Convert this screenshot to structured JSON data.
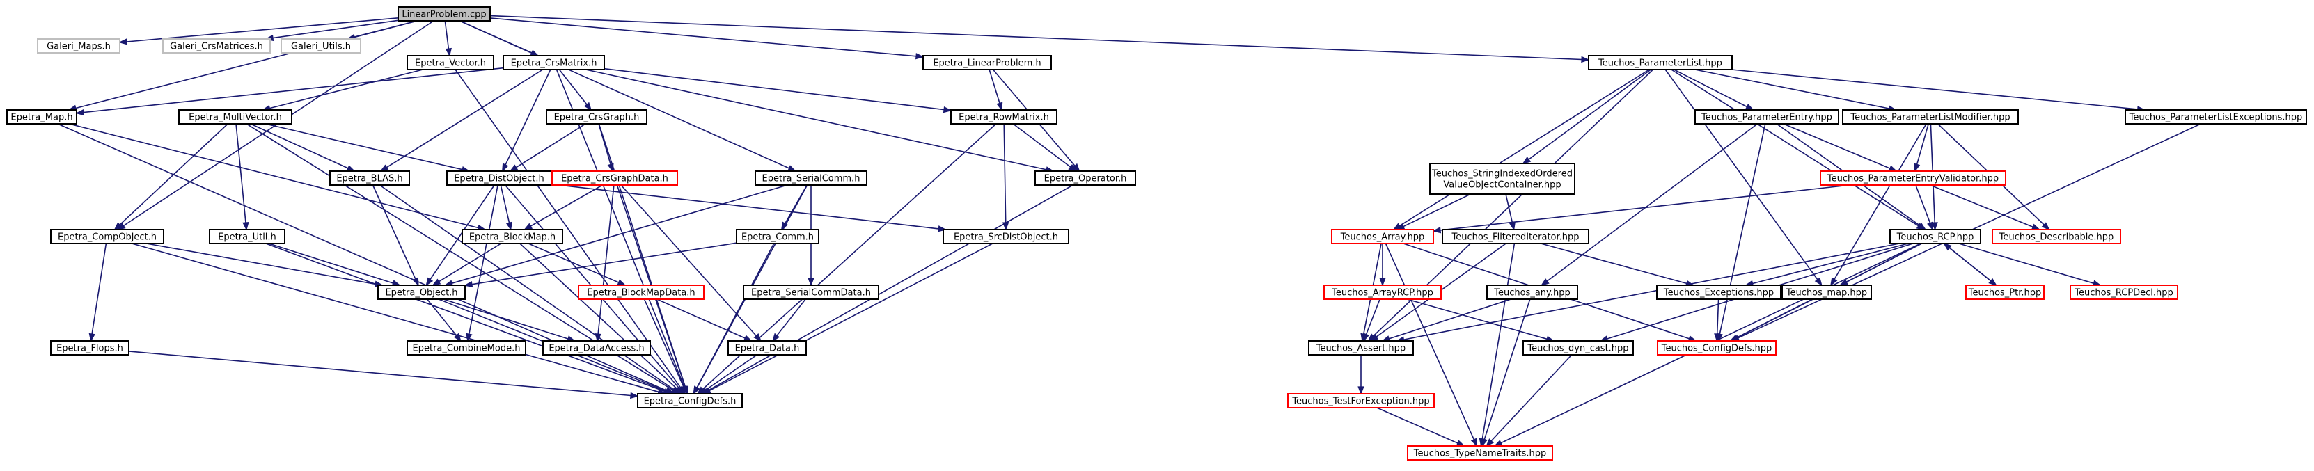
{
  "colors": {
    "edge": "#191970",
    "border_default": "#000000",
    "border_missing": "#ff0000",
    "border_external": "#bfbfbf",
    "fill_root": "#bfbfbf",
    "fill_default": "#ffffff"
  },
  "nodes": [
    {
      "id": "LinearProblem_cpp",
      "label": "LinearProblem.cpp",
      "kind": "root"
    },
    {
      "id": "Galeri_Maps_h",
      "label": "Galeri_Maps.h",
      "kind": "external"
    },
    {
      "id": "Galeri_CrsMatrices_h",
      "label": "Galeri_CrsMatrices.h",
      "kind": "external"
    },
    {
      "id": "Galeri_Utils_h",
      "label": "Galeri_Utils.h",
      "kind": "external"
    },
    {
      "id": "Epetra_Vector_h",
      "label": "Epetra_Vector.h",
      "kind": "normal"
    },
    {
      "id": "Epetra_CrsMatrix_h",
      "label": "Epetra_CrsMatrix.h",
      "kind": "normal"
    },
    {
      "id": "Epetra_LinearProblem_h",
      "label": "Epetra_LinearProblem.h",
      "kind": "normal"
    },
    {
      "id": "Teuchos_ParameterList_hpp",
      "label": "Teuchos_ParameterList.hpp",
      "kind": "normal"
    },
    {
      "id": "Epetra_Map_h",
      "label": "Epetra_Map.h",
      "kind": "normal"
    },
    {
      "id": "Epetra_MultiVector_h",
      "label": "Epetra_MultiVector.h",
      "kind": "normal"
    },
    {
      "id": "Epetra_CrsGraph_h",
      "label": "Epetra_CrsGraph.h",
      "kind": "normal"
    },
    {
      "id": "Epetra_RowMatrix_h",
      "label": "Epetra_RowMatrix.h",
      "kind": "normal"
    },
    {
      "id": "Epetra_BLAS_h",
      "label": "Epetra_BLAS.h",
      "kind": "normal"
    },
    {
      "id": "Epetra_DistObject_h",
      "label": "Epetra_DistObject.h",
      "kind": "normal"
    },
    {
      "id": "Epetra_CrsGraphData_h",
      "label": "Epetra_CrsGraphData.h",
      "kind": "missing"
    },
    {
      "id": "Epetra_SerialComm_h",
      "label": "Epetra_SerialComm.h",
      "kind": "normal"
    },
    {
      "id": "Epetra_Operator_h",
      "label": "Epetra_Operator.h",
      "kind": "normal"
    },
    {
      "id": "Epetra_CompObject_h",
      "label": "Epetra_CompObject.h",
      "kind": "normal"
    },
    {
      "id": "Epetra_Util_h",
      "label": "Epetra_Util.h",
      "kind": "normal"
    },
    {
      "id": "Epetra_BlockMap_h",
      "label": "Epetra_BlockMap.h",
      "kind": "normal"
    },
    {
      "id": "Epetra_Comm_h",
      "label": "Epetra_Comm.h",
      "kind": "normal"
    },
    {
      "id": "Epetra_SrcDistObject_h",
      "label": "Epetra_SrcDistObject.h",
      "kind": "normal"
    },
    {
      "id": "Epetra_Object_h",
      "label": "Epetra_Object.h",
      "kind": "normal"
    },
    {
      "id": "Epetra_BlockMapData_h",
      "label": "Epetra_BlockMapData.h",
      "kind": "missing"
    },
    {
      "id": "Epetra_SerialCommData_h",
      "label": "Epetra_SerialCommData.h",
      "kind": "normal"
    },
    {
      "id": "Epetra_Flops_h",
      "label": "Epetra_Flops.h",
      "kind": "normal"
    },
    {
      "id": "Epetra_CombineMode_h",
      "label": "Epetra_CombineMode.h",
      "kind": "normal"
    },
    {
      "id": "Epetra_DataAccess_h",
      "label": "Epetra_DataAccess.h",
      "kind": "normal"
    },
    {
      "id": "Epetra_Data_h",
      "label": "Epetra_Data.h",
      "kind": "normal"
    },
    {
      "id": "Epetra_ConfigDefs_h",
      "label": "Epetra_ConfigDefs.h",
      "kind": "normal"
    },
    {
      "id": "Teuchos_ParameterEntry_hpp",
      "label": "Teuchos_ParameterEntry.hpp",
      "kind": "normal"
    },
    {
      "id": "Teuchos_ParameterListModifier_hpp",
      "label": "Teuchos_ParameterListModifier.hpp",
      "kind": "normal"
    },
    {
      "id": "Teuchos_ParameterListExceptions_hpp",
      "label": "Teuchos_ParameterListExceptions.hpp",
      "kind": "normal"
    },
    {
      "id": "Teuchos_StringIndexedOrderedValueObjectContainer_hpp",
      "label": [
        "Teuchos_StringIndexedOrdered",
        "ValueObjectContainer.hpp"
      ],
      "kind": "normal"
    },
    {
      "id": "Teuchos_ParameterEntryValidator_hpp",
      "label": "Teuchos_ParameterEntryValidator.hpp",
      "kind": "missing"
    },
    {
      "id": "Teuchos_Array_hpp",
      "label": "Teuchos_Array.hpp",
      "kind": "missing"
    },
    {
      "id": "Teuchos_FilteredIterator_hpp",
      "label": "Teuchos_FilteredIterator.hpp",
      "kind": "normal"
    },
    {
      "id": "Teuchos_RCP_hpp",
      "label": "Teuchos_RCP.hpp",
      "kind": "normal"
    },
    {
      "id": "Teuchos_Describable_hpp",
      "label": "Teuchos_Describable.hpp",
      "kind": "missing"
    },
    {
      "id": "Teuchos_ArrayRCP_hpp",
      "label": "Teuchos_ArrayRCP.hpp",
      "kind": "missing"
    },
    {
      "id": "Teuchos_any_hpp",
      "label": "Teuchos_any.hpp",
      "kind": "normal"
    },
    {
      "id": "Teuchos_Exceptions_hpp",
      "label": "Teuchos_Exceptions.hpp",
      "kind": "normal"
    },
    {
      "id": "Teuchos_map_hpp",
      "label": "Teuchos_map.hpp",
      "kind": "normal"
    },
    {
      "id": "Teuchos_Ptr_hpp",
      "label": "Teuchos_Ptr.hpp",
      "kind": "missing"
    },
    {
      "id": "Teuchos_RCPDecl_hpp",
      "label": "Teuchos_RCPDecl.hpp",
      "kind": "missing"
    },
    {
      "id": "Teuchos_Assert_hpp",
      "label": "Teuchos_Assert.hpp",
      "kind": "normal"
    },
    {
      "id": "Teuchos_dyn_cast_hpp",
      "label": "Teuchos_dyn_cast.hpp",
      "kind": "normal"
    },
    {
      "id": "Teuchos_ConfigDefs_hpp",
      "label": "Teuchos_ConfigDefs.hpp",
      "kind": "missing"
    },
    {
      "id": "Teuchos_TestForException_hpp",
      "label": "Teuchos_TestForException.hpp",
      "kind": "missing"
    },
    {
      "id": "Teuchos_TypeNameTraits_hpp",
      "label": "Teuchos_TypeNameTraits.hpp",
      "kind": "missing"
    }
  ],
  "edges": [
    [
      "LinearProblem_cpp",
      "Galeri_Maps_h"
    ],
    [
      "LinearProblem_cpp",
      "Galeri_CrsMatrices_h"
    ],
    [
      "LinearProblem_cpp",
      "Galeri_Utils_h"
    ],
    [
      "LinearProblem_cpp",
      "Epetra_Vector_h"
    ],
    [
      "LinearProblem_cpp",
      "Epetra_CrsMatrix_h"
    ],
    [
      "LinearProblem_cpp",
      "Epetra_LinearProblem_h"
    ],
    [
      "LinearProblem_cpp",
      "Teuchos_ParameterList_hpp"
    ],
    [
      "LinearProblem_cpp",
      "Epetra_Map_h"
    ],
    [
      "LinearProblem_cpp",
      "Epetra_CompObject_h"
    ],
    [
      "LinearProblem_cpp",
      "Epetra_SerialComm_h"
    ],
    [
      "Epetra_Vector_h",
      "Epetra_MultiVector_h"
    ],
    [
      "Epetra_Vector_h",
      "Epetra_ConfigDefs_h"
    ],
    [
      "Epetra_CrsMatrix_h",
      "Epetra_Map_h"
    ],
    [
      "Epetra_CrsMatrix_h",
      "Epetra_CrsGraph_h"
    ],
    [
      "Epetra_CrsMatrix_h",
      "Epetra_RowMatrix_h"
    ],
    [
      "Epetra_CrsMatrix_h",
      "Epetra_BLAS_h"
    ],
    [
      "Epetra_CrsMatrix_h",
      "Epetra_DistObject_h"
    ],
    [
      "Epetra_CrsMatrix_h",
      "Epetra_Operator_h"
    ],
    [
      "Epetra_CrsMatrix_h",
      "Epetra_ConfigDefs_h"
    ],
    [
      "Epetra_LinearProblem_h",
      "Epetra_RowMatrix_h"
    ],
    [
      "Epetra_LinearProblem_h",
      "Epetra_Operator_h"
    ],
    [
      "Epetra_Map_h",
      "Epetra_BlockMap_h"
    ],
    [
      "Epetra_Map_h",
      "Epetra_ConfigDefs_h"
    ],
    [
      "Epetra_MultiVector_h",
      "Epetra_DistObject_h"
    ],
    [
      "Epetra_MultiVector_h",
      "Epetra_BLAS_h"
    ],
    [
      "Epetra_MultiVector_h",
      "Epetra_CompObject_h"
    ],
    [
      "Epetra_MultiVector_h",
      "Epetra_Util_h"
    ],
    [
      "Epetra_MultiVector_h",
      "Epetra_ConfigDefs_h"
    ],
    [
      "Epetra_CrsGraph_h",
      "Epetra_DistObject_h"
    ],
    [
      "Epetra_CrsGraph_h",
      "Epetra_CrsGraphData_h"
    ],
    [
      "Epetra_CrsGraph_h",
      "Epetra_ConfigDefs_h"
    ],
    [
      "Epetra_RowMatrix_h",
      "Epetra_Operator_h"
    ],
    [
      "Epetra_RowMatrix_h",
      "Epetra_SrcDistObject_h"
    ],
    [
      "Epetra_RowMatrix_h",
      "Epetra_ConfigDefs_h"
    ],
    [
      "Epetra_BLAS_h",
      "Epetra_Object_h"
    ],
    [
      "Epetra_BLAS_h",
      "Epetra_ConfigDefs_h"
    ],
    [
      "Epetra_DistObject_h",
      "Epetra_Object_h"
    ],
    [
      "Epetra_DistObject_h",
      "Epetra_BlockMap_h"
    ],
    [
      "Epetra_DistObject_h",
      "Epetra_SrcDistObject_h"
    ],
    [
      "Epetra_DistObject_h",
      "Epetra_CombineMode_h"
    ],
    [
      "Epetra_DistObject_h",
      "Epetra_ConfigDefs_h"
    ],
    [
      "Epetra_CrsGraphData_h",
      "Epetra_BlockMap_h"
    ],
    [
      "Epetra_CrsGraphData_h",
      "Epetra_Data_h"
    ],
    [
      "Epetra_CrsGraphData_h",
      "Epetra_DataAccess_h"
    ],
    [
      "Epetra_CrsGraphData_h",
      "Epetra_ConfigDefs_h"
    ],
    [
      "Epetra_SerialComm_h",
      "Epetra_Object_h"
    ],
    [
      "Epetra_SerialComm_h",
      "Epetra_Comm_h"
    ],
    [
      "Epetra_SerialComm_h",
      "Epetra_SerialCommData_h"
    ],
    [
      "Epetra_SerialComm_h",
      "Epetra_ConfigDefs_h"
    ],
    [
      "Epetra_Operator_h",
      "Epetra_ConfigDefs_h"
    ],
    [
      "Epetra_CompObject_h",
      "Epetra_Object_h"
    ],
    [
      "Epetra_CompObject_h",
      "Epetra_Flops_h"
    ],
    [
      "Epetra_CompObject_h",
      "Epetra_ConfigDefs_h"
    ],
    [
      "Epetra_Util_h",
      "Epetra_Object_h"
    ],
    [
      "Epetra_Util_h",
      "Epetra_ConfigDefs_h"
    ],
    [
      "Epetra_BlockMap_h",
      "Epetra_Object_h"
    ],
    [
      "Epetra_BlockMap_h",
      "Epetra_BlockMapData_h"
    ],
    [
      "Epetra_BlockMap_h",
      "Epetra_ConfigDefs_h"
    ],
    [
      "Epetra_Comm_h",
      "Epetra_Object_h"
    ],
    [
      "Epetra_Comm_h",
      "Epetra_ConfigDefs_h"
    ],
    [
      "Epetra_SrcDistObject_h",
      "Epetra_ConfigDefs_h"
    ],
    [
      "Epetra_Object_h",
      "Epetra_CombineMode_h"
    ],
    [
      "Epetra_Object_h",
      "Epetra_DataAccess_h"
    ],
    [
      "Epetra_Object_h",
      "Epetra_ConfigDefs_h"
    ],
    [
      "Epetra_BlockMapData_h",
      "Epetra_Data_h"
    ],
    [
      "Epetra_BlockMapData_h",
      "Epetra_ConfigDefs_h"
    ],
    [
      "Epetra_SerialCommData_h",
      "Epetra_Data_h"
    ],
    [
      "Epetra_Flops_h",
      "Epetra_ConfigDefs_h"
    ],
    [
      "Epetra_Data_h",
      "Epetra_ConfigDefs_h"
    ],
    [
      "Teuchos_ParameterList_hpp",
      "Teuchos_ParameterEntry_hpp"
    ],
    [
      "Teuchos_ParameterList_hpp",
      "Teuchos_ParameterListModifier_hpp"
    ],
    [
      "Teuchos_ParameterList_hpp",
      "Teuchos_ParameterListExceptions_hpp"
    ],
    [
      "Teuchos_ParameterList_hpp",
      "Teuchos_StringIndexedOrderedValueObjectContainer_hpp"
    ],
    [
      "Teuchos_ParameterList_hpp",
      "Teuchos_Array_hpp"
    ],
    [
      "Teuchos_ParameterList_hpp",
      "Teuchos_Assert_hpp"
    ],
    [
      "Teuchos_ParameterList_hpp",
      "Teuchos_map_hpp"
    ],
    [
      "Teuchos_ParameterList_hpp",
      "Teuchos_RCP_hpp"
    ],
    [
      "Teuchos_ParameterEntry_hpp",
      "Teuchos_ParameterEntryValidator_hpp"
    ],
    [
      "Teuchos_ParameterEntry_hpp",
      "Teuchos_RCP_hpp"
    ],
    [
      "Teuchos_ParameterEntry_hpp",
      "Teuchos_any_hpp"
    ],
    [
      "Teuchos_ParameterEntry_hpp",
      "Teuchos_ConfigDefs_hpp"
    ],
    [
      "Teuchos_ParameterListModifier_hpp",
      "Teuchos_ParameterEntryValidator_hpp"
    ],
    [
      "Teuchos_ParameterListModifier_hpp",
      "Teuchos_RCP_hpp"
    ],
    [
      "Teuchos_ParameterListModifier_hpp",
      "Teuchos_Describable_hpp"
    ],
    [
      "Teuchos_ParameterListModifier_hpp",
      "Teuchos_map_hpp"
    ],
    [
      "Teuchos_ParameterListExceptions_hpp",
      "Teuchos_ConfigDefs_hpp"
    ],
    [
      "Teuchos_StringIndexedOrderedValueObjectContainer_hpp",
      "Teuchos_Array_hpp"
    ],
    [
      "Teuchos_StringIndexedOrderedValueObjectContainer_hpp",
      "Teuchos_FilteredIterator_hpp"
    ],
    [
      "Teuchos_ParameterEntryValidator_hpp",
      "Teuchos_Array_hpp"
    ],
    [
      "Teuchos_ParameterEntryValidator_hpp",
      "Teuchos_RCP_hpp"
    ],
    [
      "Teuchos_ParameterEntryValidator_hpp",
      "Teuchos_Describable_hpp"
    ],
    [
      "Teuchos_Array_hpp",
      "Teuchos_ArrayRCP_hpp"
    ],
    [
      "Teuchos_Array_hpp",
      "Teuchos_Assert_hpp"
    ],
    [
      "Teuchos_Array_hpp",
      "Teuchos_ConfigDefs_hpp"
    ],
    [
      "Teuchos_Array_hpp",
      "Teuchos_TypeNameTraits_hpp"
    ],
    [
      "Teuchos_FilteredIterator_hpp",
      "Teuchos_Assert_hpp"
    ],
    [
      "Teuchos_FilteredIterator_hpp",
      "Teuchos_Exceptions_hpp"
    ],
    [
      "Teuchos_FilteredIterator_hpp",
      "Teuchos_TypeNameTraits_hpp"
    ],
    [
      "Teuchos_RCP_hpp",
      "Teuchos_Ptr_hpp"
    ],
    [
      "Teuchos_RCP_hpp",
      "Teuchos_RCPDecl_hpp"
    ],
    [
      "Teuchos_RCP_hpp",
      "Teuchos_Exceptions_hpp"
    ],
    [
      "Teuchos_RCP_hpp",
      "Teuchos_map_hpp"
    ],
    [
      "Teuchos_RCP_hpp",
      "Teuchos_dyn_cast_hpp"
    ],
    [
      "Teuchos_RCP_hpp",
      "Teuchos_Assert_hpp"
    ],
    [
      "Teuchos_RCP_hpp",
      "Teuchos_ConfigDefs_hpp"
    ],
    [
      "Teuchos_RCP_hpp",
      "Teuchos_TypeNameTraits_hpp"
    ],
    [
      "Teuchos_Ptr_hpp",
      "Teuchos_RCP_hpp"
    ],
    [
      "Teuchos_ArrayRCP_hpp",
      "Teuchos_Assert_hpp"
    ],
    [
      "Teuchos_ArrayRCP_hpp",
      "Teuchos_dyn_cast_hpp"
    ],
    [
      "Teuchos_any_hpp",
      "Teuchos_Assert_hpp"
    ],
    [
      "Teuchos_any_hpp",
      "Teuchos_TypeNameTraits_hpp"
    ],
    [
      "Teuchos_Exceptions_hpp",
      "Teuchos_ConfigDefs_hpp"
    ],
    [
      "Teuchos_map_hpp",
      "Teuchos_ConfigDefs_hpp"
    ],
    [
      "Teuchos_Assert_hpp",
      "Teuchos_TestForException_hpp"
    ],
    [
      "Teuchos_dyn_cast_hpp",
      "Teuchos_TypeNameTraits_hpp"
    ],
    [
      "Teuchos_TestForException_hpp",
      "Teuchos_TypeNameTraits_hpp"
    ]
  ]
}
